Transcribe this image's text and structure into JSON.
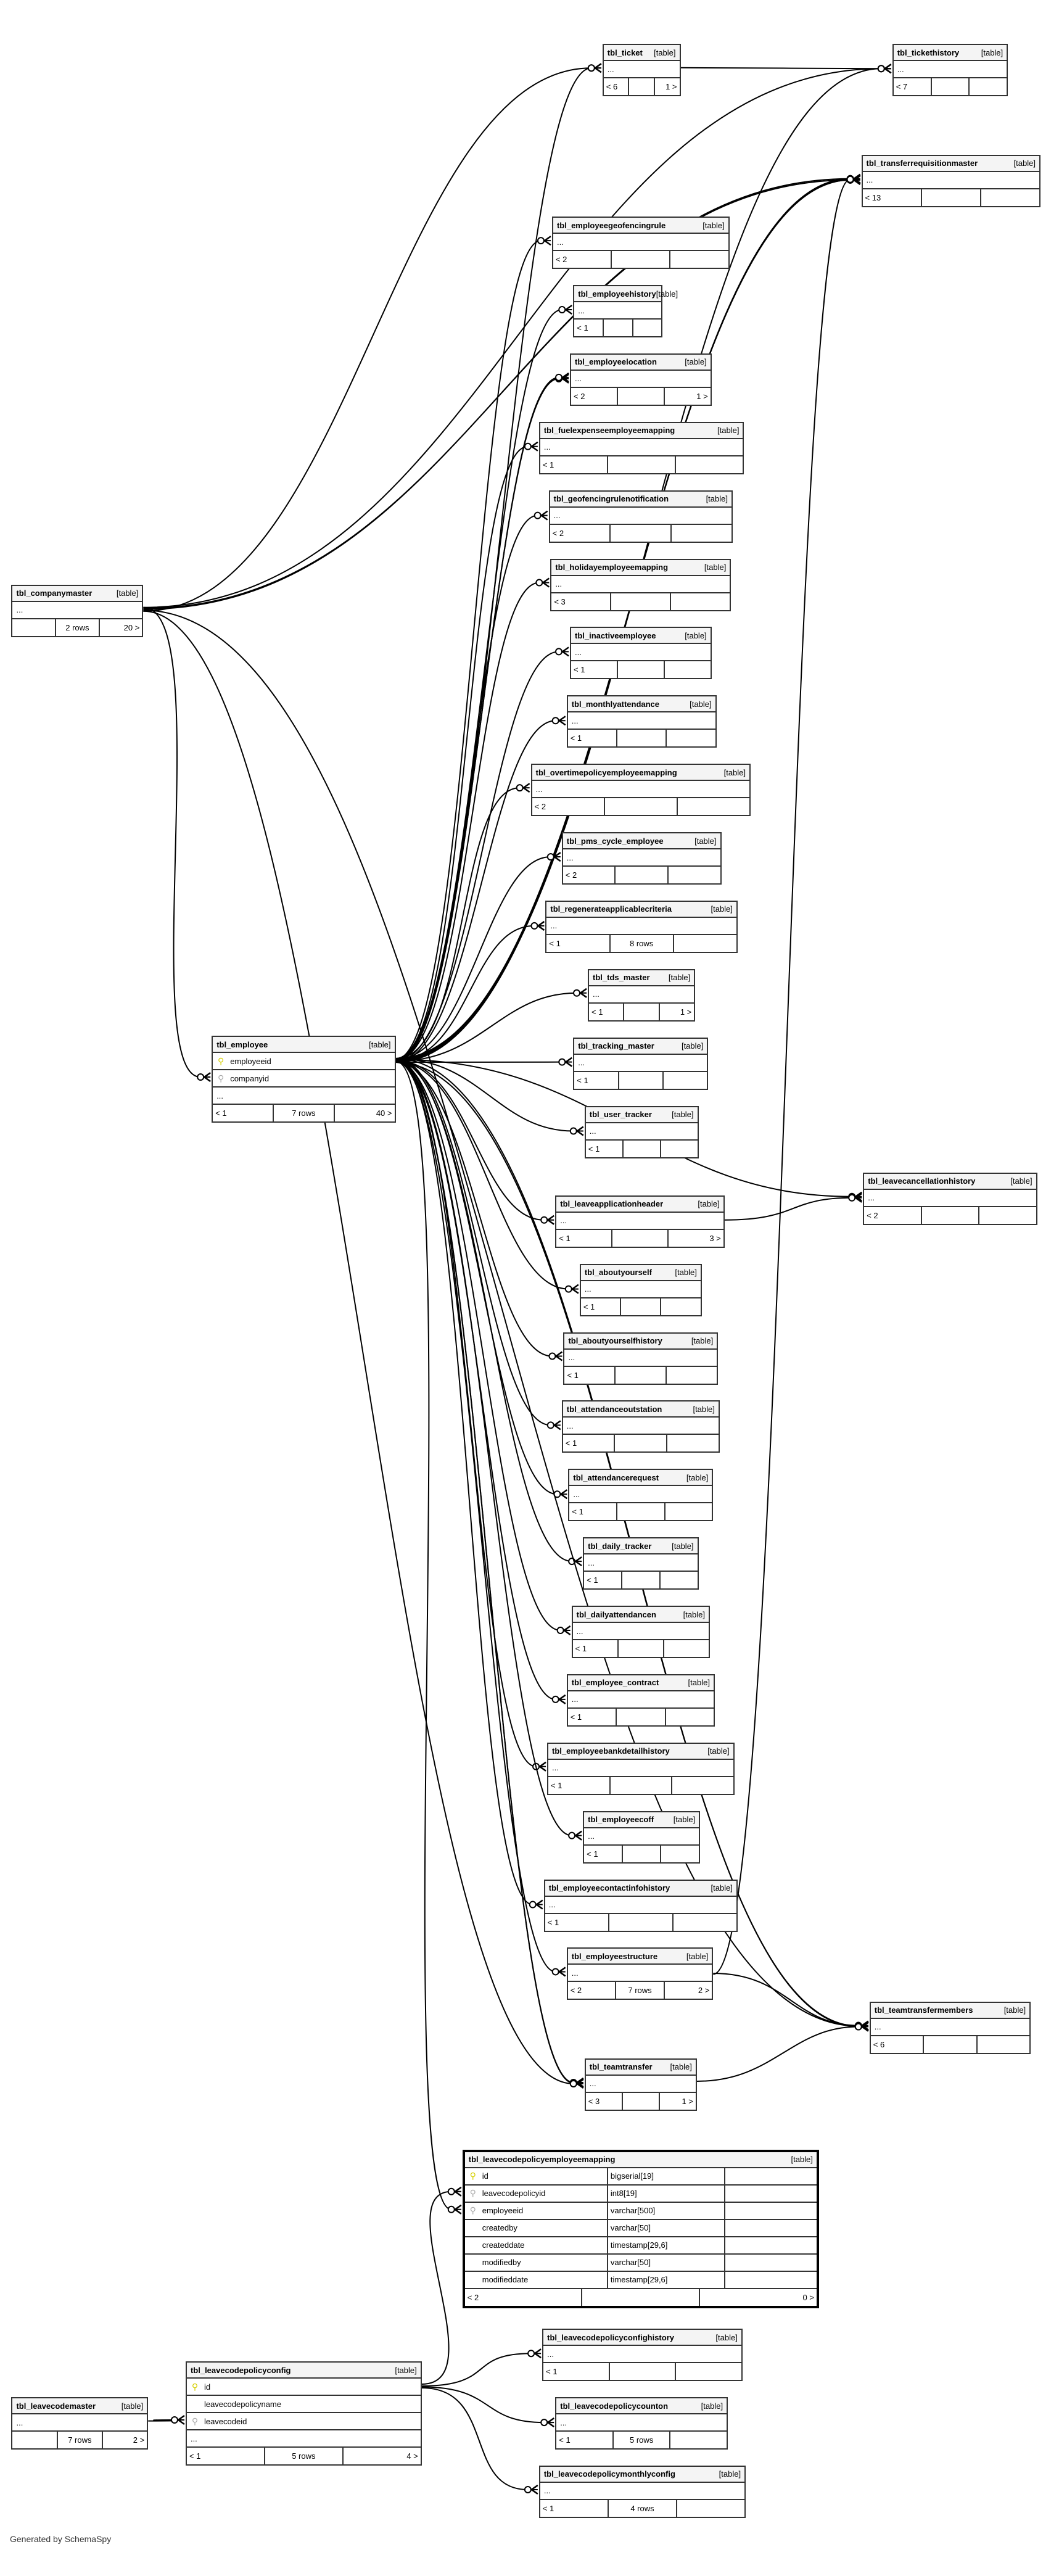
{
  "generated_by": "Generated by SchemaSpy",
  "type_label": "[table]",
  "ellipsis": "...",
  "tables": {
    "ticket": {
      "name": "tbl_ticket",
      "footer": [
        "< 6",
        "",
        "1 >"
      ]
    },
    "tickethistory": {
      "name": "tbl_tickethistory",
      "footer": [
        "< 7",
        "",
        ""
      ]
    },
    "transferrequisitionmaster": {
      "name": "tbl_transferrequisitionmaster",
      "footer": [
        "< 13",
        "",
        ""
      ]
    },
    "employeegeofencingrule": {
      "name": "tbl_employeegeofencingrule",
      "footer": [
        "< 2",
        "",
        ""
      ]
    },
    "employeehistory": {
      "name": "tbl_employeehistory",
      "footer": [
        "< 1",
        "",
        ""
      ]
    },
    "employeelocation": {
      "name": "tbl_employeelocation",
      "footer": [
        "< 2",
        "",
        "1 >"
      ]
    },
    "fuelexpenseemployeemapping": {
      "name": "tbl_fuelexpenseemployeemapping",
      "footer": [
        "< 1",
        "",
        ""
      ]
    },
    "geofencingrulenotification": {
      "name": "tbl_geofencingrulenotification",
      "footer": [
        "< 2",
        "",
        ""
      ]
    },
    "holidayemployeemapping": {
      "name": "tbl_holidayemployeemapping",
      "footer": [
        "< 3",
        "",
        ""
      ]
    },
    "inactiveemployee": {
      "name": "tbl_inactiveemployee",
      "footer": [
        "< 1",
        "",
        ""
      ]
    },
    "monthlyattendance": {
      "name": "tbl_monthlyattendance",
      "footer": [
        "< 1",
        "",
        ""
      ]
    },
    "overtimepolicyemployeemapping": {
      "name": "tbl_overtimepolicyemployeemapping",
      "footer": [
        "< 2",
        "",
        ""
      ]
    },
    "pms_cycle_employee": {
      "name": "tbl_pms_cycle_employee",
      "footer": [
        "< 2",
        "",
        ""
      ]
    },
    "regenerateapplicablecriteria": {
      "name": "tbl_regenerateapplicablecriteria",
      "footer": [
        "< 1",
        "8 rows",
        ""
      ]
    },
    "tds_master": {
      "name": "tbl_tds_master",
      "footer": [
        "< 1",
        "",
        "1 >"
      ]
    },
    "tracking_master": {
      "name": "tbl_tracking_master",
      "footer": [
        "< 1",
        "",
        ""
      ]
    },
    "user_tracker": {
      "name": "tbl_user_tracker",
      "footer": [
        "< 1",
        "",
        ""
      ]
    },
    "leavecancellationhistory": {
      "name": "tbl_leavecancellationhistory",
      "footer": [
        "< 2",
        "",
        ""
      ]
    },
    "leaveapplicationheader": {
      "name": "tbl_leaveapplicationheader",
      "footer": [
        "< 1",
        "",
        "3 >"
      ]
    },
    "aboutyourself": {
      "name": "tbl_aboutyourself",
      "footer": [
        "< 1",
        "",
        ""
      ]
    },
    "aboutyourselfhistory": {
      "name": "tbl_aboutyourselfhistory",
      "footer": [
        "< 1",
        "",
        ""
      ]
    },
    "attendanceoutstation": {
      "name": "tbl_attendanceoutstation",
      "footer": [
        "< 1",
        "",
        ""
      ]
    },
    "attendancerequest": {
      "name": "tbl_attendancerequest",
      "footer": [
        "< 1",
        "",
        ""
      ]
    },
    "daily_tracker": {
      "name": "tbl_daily_tracker",
      "footer": [
        "< 1",
        "",
        ""
      ]
    },
    "dailyattendancen": {
      "name": "tbl_dailyattendancen",
      "footer": [
        "< 1",
        "",
        ""
      ]
    },
    "employee_contract": {
      "name": "tbl_employee_contract",
      "footer": [
        "< 1",
        "",
        ""
      ]
    },
    "employeebankdetailhistory": {
      "name": "tbl_employeebankdetailhistory",
      "footer": [
        "< 1",
        "",
        ""
      ]
    },
    "employeecoff": {
      "name": "tbl_employeecoff",
      "footer": [
        "< 1",
        "",
        ""
      ]
    },
    "employeecontactinfohistory": {
      "name": "tbl_employeecontactinfohistory",
      "footer": [
        "< 1",
        "",
        ""
      ]
    },
    "employeestructure": {
      "name": "tbl_employeestructure",
      "footer": [
        "< 2",
        "7 rows",
        "2 >"
      ]
    },
    "teamtransfermembers": {
      "name": "tbl_teamtransfermembers",
      "footer": [
        "< 6",
        "",
        ""
      ]
    },
    "teamtransfer": {
      "name": "tbl_teamtransfer",
      "footer": [
        "< 3",
        "",
        "1 >"
      ]
    },
    "companymaster": {
      "name": "tbl_companymaster",
      "footer": [
        "",
        "2 rows",
        "20 >"
      ]
    },
    "employee": {
      "name": "tbl_employee",
      "columns": [
        {
          "name": "employeeid",
          "key": "pk"
        },
        {
          "name": "companyid",
          "key": "fk"
        },
        {
          "name": "...",
          "key": ""
        }
      ],
      "footer": [
        "< 1",
        "7 rows",
        "40 >"
      ]
    },
    "leavecodepolicyemployeemapping": {
      "name": "tbl_leavecodepolicyemployeemapping",
      "columns": [
        {
          "name": "id",
          "key": "pk",
          "type": "bigserial[19]"
        },
        {
          "name": "leavecodepolicyid",
          "key": "fk",
          "type": "int8[19]"
        },
        {
          "name": "employeeid",
          "key": "fk",
          "type": "varchar[500]"
        },
        {
          "name": "createdby",
          "key": "",
          "type": "varchar[50]"
        },
        {
          "name": "createddate",
          "key": "",
          "type": "timestamp[29,6]"
        },
        {
          "name": "modifiedby",
          "key": "",
          "type": "varchar[50]"
        },
        {
          "name": "modifieddate",
          "key": "",
          "type": "timestamp[29,6]"
        }
      ],
      "footer": [
        "< 2",
        "",
        "0 >"
      ]
    },
    "leavecodemaster": {
      "name": "tbl_leavecodemaster",
      "footer": [
        "",
        "7 rows",
        "2 >"
      ]
    },
    "leavecodepolicyconfig": {
      "name": "tbl_leavecodepolicyconfig",
      "columns": [
        {
          "name": "id",
          "key": "pk"
        },
        {
          "name": "leavecodepolicyname",
          "key": ""
        },
        {
          "name": "leavecodeid",
          "key": "fk"
        },
        {
          "name": "...",
          "key": ""
        }
      ],
      "footer": [
        "< 1",
        "5 rows",
        "4 >"
      ]
    },
    "leavecodepolicyconfighistory": {
      "name": "tbl_leavecodepolicyconfighistory",
      "footer": [
        "< 1",
        "",
        ""
      ]
    },
    "leavecodepolicycounton": {
      "name": "tbl_leavecodepolicycounton",
      "footer": [
        "< 1",
        "5 rows",
        ""
      ]
    },
    "leavecodepolicymonthlyconfig": {
      "name": "tbl_leavecodepolicymonthlyconfig",
      "footer": [
        "< 1",
        "4 rows",
        ""
      ]
    }
  }
}
